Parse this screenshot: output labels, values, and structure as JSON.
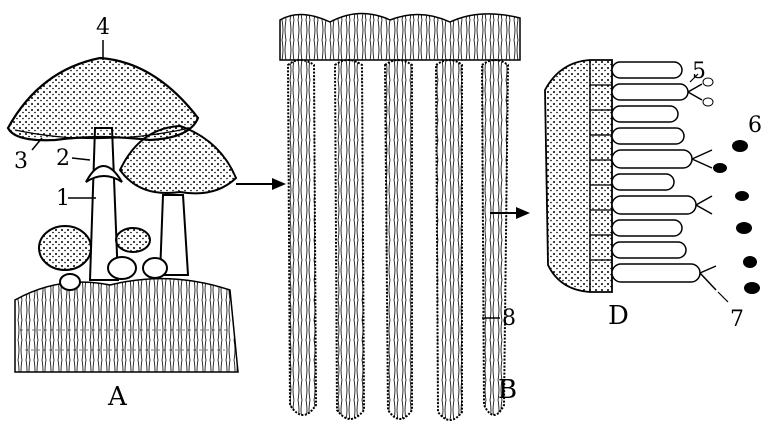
{
  "figure": {
    "panels": {
      "A": "A",
      "B": "B",
      "D": "D"
    },
    "parts": {
      "p1": "1",
      "p2": "2",
      "p3": "3",
      "p4": "4",
      "p5": "5",
      "p6": "6",
      "p7": "7",
      "p8": "8"
    }
  }
}
